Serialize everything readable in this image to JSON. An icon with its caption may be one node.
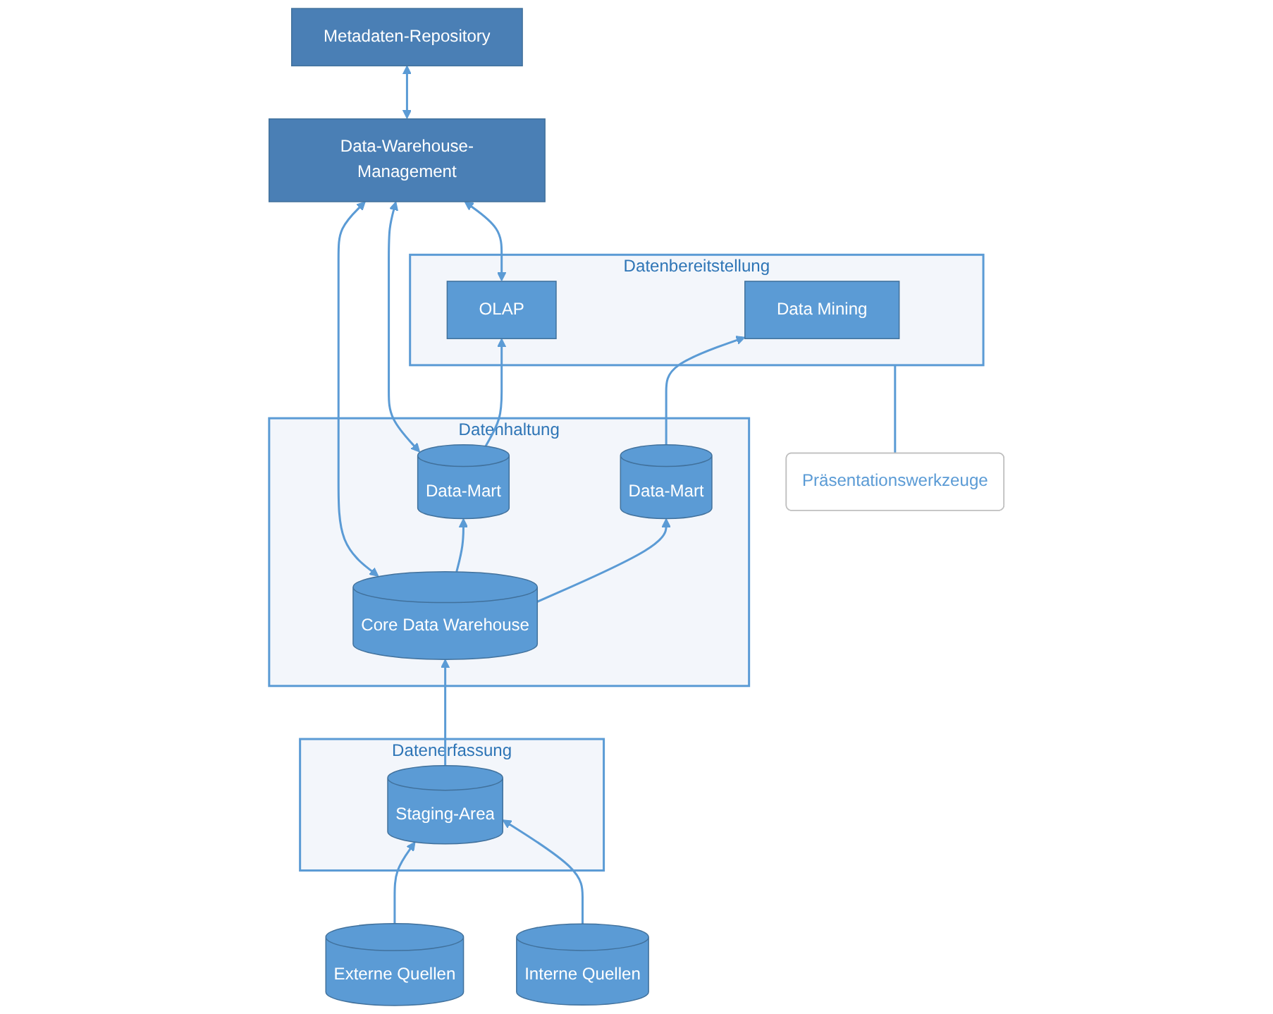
{
  "diagram": {
    "nodes": [
      {
        "text": [
          "Präsentationswerkzeuge"
        ]
      },
      {
        "text": [
          "Datenbereitstellung"
        ]
      },
      {
        "text": [
          "Data Mining"
        ],
        "in": 1
      },
      {
        "text": [
          "OLAP"
        ],
        "in": 1
      },
      {
        "text": [
          "Datenhaltung"
        ]
      },
      {
        "text": [
          "Data-Mart"
        ],
        "in": 4
      },
      {
        "text": [
          "Data-Mart"
        ],
        "in": 4
      },
      {
        "text": [
          "Core Data Warehouse"
        ],
        "in": 4
      },
      {
        "text": [
          "Datenerfassung"
        ]
      },
      {
        "text": [
          "Staging-Area"
        ],
        "in": 8
      },
      {
        "text": [
          "Data-Warehouse-Management"
        ]
      },
      {
        "text": [
          "Metadaten-Repository"
        ]
      },
      {
        "text": [
          "Interne Quellen"
        ]
      },
      {
        "text": [
          "Externe Quellen"
        ]
      }
    ],
    "edges": [
      {
        "from": 0,
        "to": 1,
        "arrow": "none"
      },
      {
        "from": 5,
        "to": 2,
        "arrow": "to"
      },
      {
        "from": 6,
        "to": 3,
        "arrow": "to"
      },
      {
        "from": 3,
        "to": 10,
        "arrow": "both"
      },
      {
        "from": 6,
        "to": 10,
        "arrow": "both"
      },
      {
        "from": 7,
        "to": 5,
        "arrow": "to"
      },
      {
        "from": 7,
        "to": 6,
        "arrow": "to"
      },
      {
        "from": 7,
        "to": 10,
        "arrow": "both"
      },
      {
        "from": 10,
        "to": 11,
        "arrow": "both"
      },
      {
        "from": 9,
        "to": 7,
        "arrow": "to"
      },
      {
        "from": 12,
        "to": 9,
        "arrow": "to"
      },
      {
        "from": 13,
        "to": 9,
        "arrow": "to"
      }
    ]
  }
}
